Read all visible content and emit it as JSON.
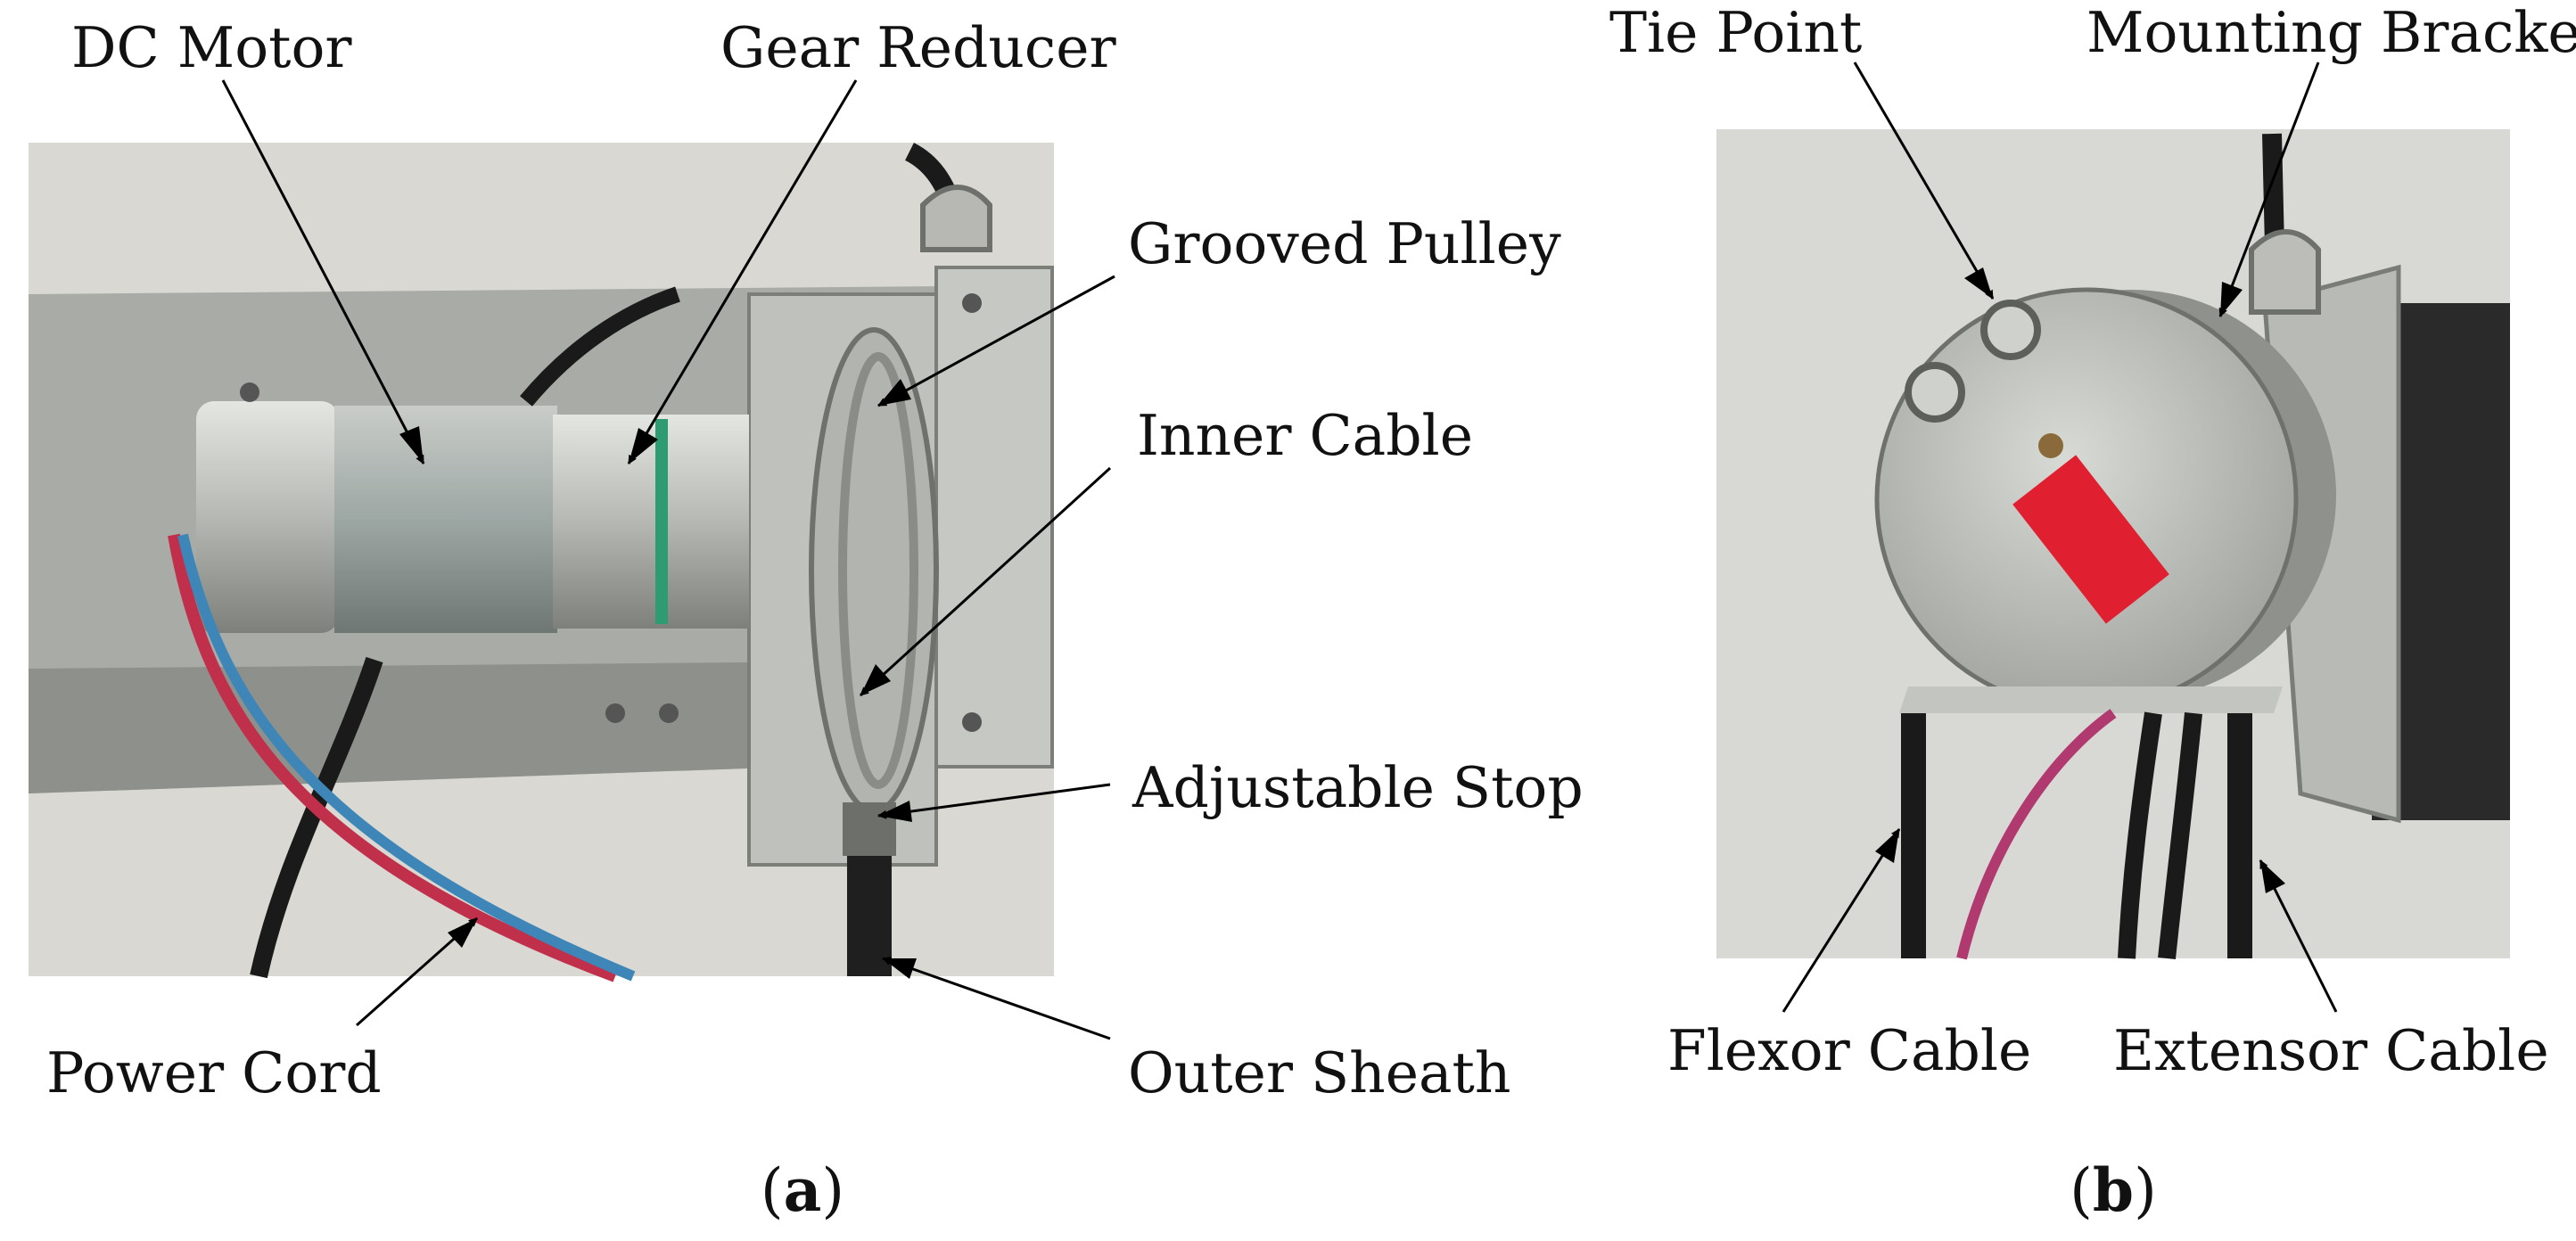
{
  "panel_a": {
    "caption_letter": "a",
    "labels": {
      "dc_motor": "DC Motor",
      "gear_reducer": "Gear Reducer",
      "grooved_pulley": "Grooved Pulley",
      "inner_cable": "Inner Cable",
      "adjustable_stop": "Adjustable Stop",
      "power_cord": "Power Cord",
      "outer_sheath": "Outer Sheath"
    }
  },
  "panel_b": {
    "caption_letter": "b",
    "labels": {
      "tie_point": "Tie Point",
      "mounting_bracket": "Mounting Bracket",
      "flexor_cable": "Flexor Cable",
      "extensor_cable": "Extensor Cable"
    }
  },
  "colors": {
    "background": "#ffffff",
    "photo_wall": "#d9d8d2",
    "aluminum": "#a9aba6",
    "motor_body": "#8fa09d",
    "cable_black": "#1a1a1a",
    "wire_red": "#c0304a",
    "wire_blue": "#3e86b8",
    "red_tag": "#e02030"
  }
}
